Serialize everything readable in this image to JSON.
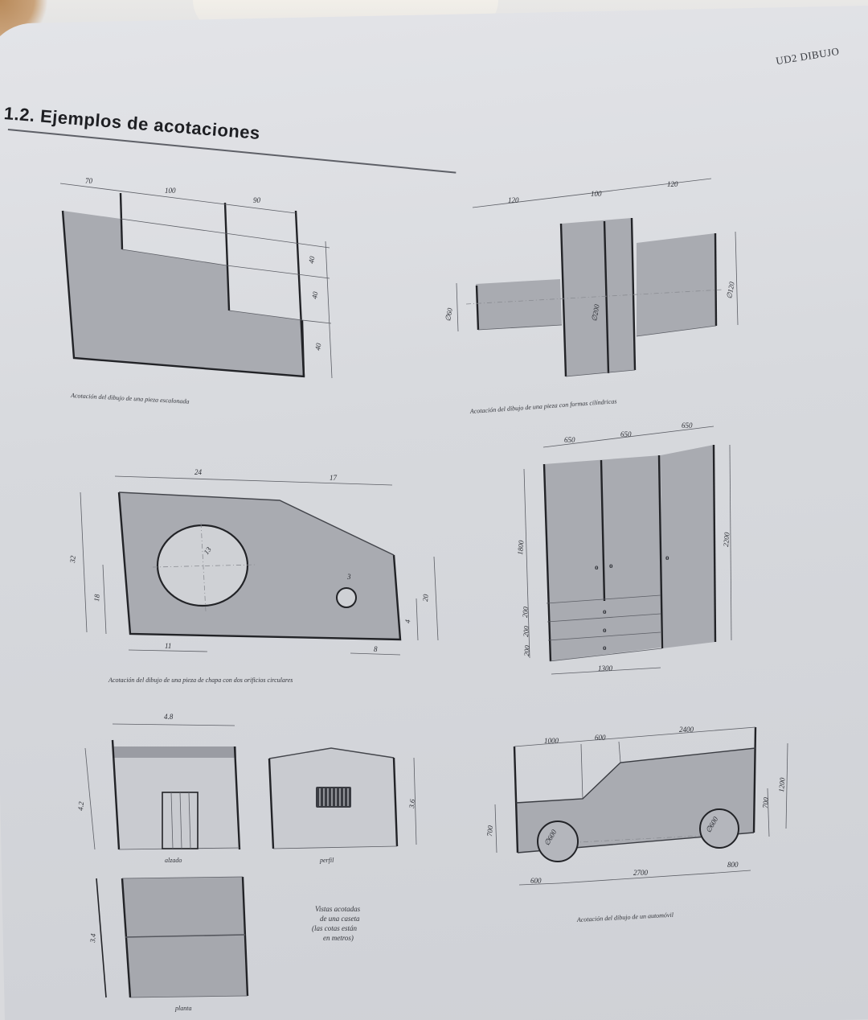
{
  "page": {
    "header_right": "UD2 DIBUJO",
    "section_title": "1.2. Ejemplos de acotaciones"
  },
  "figures": {
    "stepped_piece": {
      "caption": "Acotación del dibujo de una pieza escalonada",
      "dims_horizontal": [
        "70",
        "100",
        "90"
      ],
      "dims_vertical": [
        "40",
        "40",
        "40"
      ]
    },
    "cylindrical_piece": {
      "caption": "Acotación del dibujo de una pieza con formas cilíndricas",
      "dims_horizontal": [
        "120",
        "100",
        "120"
      ],
      "diameters": [
        "∅60",
        "∅200",
        "∅120"
      ]
    },
    "plate": {
      "caption": "Acotación del dibujo de una pieza de chapa con dos orificios circulares",
      "dims_top": [
        "24",
        "17"
      ],
      "dims_left": [
        "32",
        "18"
      ],
      "dims_bottom": [
        "11",
        "8"
      ],
      "dims_right": [
        "20",
        "4"
      ],
      "hole_large": "13",
      "hole_small": "3"
    },
    "wardrobe": {
      "dims_top": [
        "650",
        "650",
        "650"
      ],
      "dim_left_doors": "1800",
      "dims_left_drawers": [
        "200",
        "200",
        "200"
      ],
      "dim_right": "2200",
      "dim_bottom": "1300"
    },
    "house": {
      "caption": "Vistas acotadas de una caseta (las cotas están en metros)",
      "caption_lines": [
        "Vistas acotadas",
        "de una caseta",
        "(las cotas están",
        "en metros)"
      ],
      "front_label": "alzado",
      "side_label": "perfil",
      "plan_label": "planta",
      "dim_width": "4.8",
      "dim_front_height": "4.2",
      "dim_side_height": "3.6",
      "dim_plan_depth": "3.4"
    },
    "car": {
      "caption": "Acotación del dibujo de un automóvil",
      "dims_top": [
        "1000",
        "600",
        "2400"
      ],
      "dim_left": "700",
      "dims_right": [
        "700",
        "1200"
      ],
      "dims_bottom": [
        "600",
        "2700",
        "800"
      ],
      "wheel_front": "∅600",
      "wheel_rear": "∅600"
    }
  }
}
